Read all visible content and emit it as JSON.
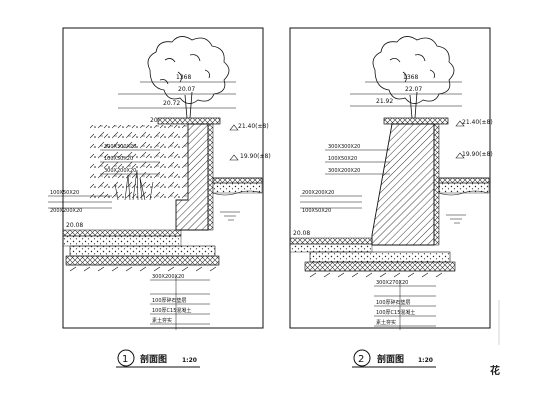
{
  "sheet": {
    "title_fragment": "花"
  },
  "sections": [
    {
      "id": "1",
      "title": "剖面图",
      "scale": "1:20",
      "dimensions": {
        "top_span": "1368",
        "upper_offset": "20.07",
        "mid_left": "20.72",
        "edge_mark": "20",
        "elevation_top": "21.40(±8)",
        "elevation_mid": "19.90(±8)",
        "base_level": "20.08"
      },
      "labels": {
        "cap_stone": "300X300X20",
        "paving_a": "100X50X20",
        "paving_b": "300X200X20",
        "gravel": "100厚碎石垫层",
        "concrete": "100厚C15混凝土",
        "soil": "素土夯实",
        "wall_finish": "300X200X20",
        "base_a": "100X50X20",
        "base_b": "200X200X20"
      }
    },
    {
      "id": "2",
      "title": "剖面图",
      "scale": "1:20",
      "dimensions": {
        "top_span": "1368",
        "upper_offset": "22.07",
        "mid_left": "21.92",
        "elevation_top": "21.40(±8)",
        "elevation_mid": "19.90(±8)",
        "base_level": "20.08"
      },
      "labels": {
        "cap_stone": "300X300X20",
        "paving_a": "100X50X20",
        "paving_b": "300X200X20",
        "gravel": "100厚碎石垫层",
        "concrete": "100厚C15混凝土",
        "soil": "素土夯实",
        "wall_finish": "300X270X20",
        "base_a": "200X200X20",
        "base_b": "100X50X20"
      }
    }
  ]
}
